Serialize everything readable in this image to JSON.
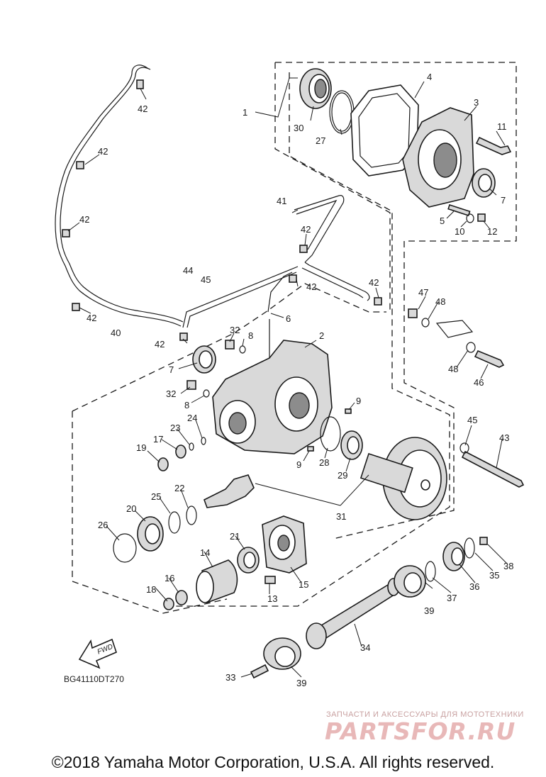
{
  "diagram_code": "BG41110DT270",
  "fwd_label": "FWD",
  "copyright": "©2018 Yamaha Motor Corporation, U.S.A. All rights reserved.",
  "watermark": {
    "tagline": "ЗАПЧАСТИ И АКСЕССУАРЫ ДЛЯ МОТОТЕХНИКИ",
    "brand": "PARTSFOR.RU"
  },
  "callouts": {
    "n1": "1",
    "n2": "2",
    "n3": "3",
    "n4": "4",
    "n5": "5",
    "n6": "6",
    "n7a": "7",
    "n7b": "7",
    "n8a": "8",
    "n8b": "8",
    "n9a": "9",
    "n9b": "9",
    "n10": "10",
    "n11": "11",
    "n12": "12",
    "n13": "13",
    "n14": "14",
    "n15": "15",
    "n16": "16",
    "n17": "17",
    "n18": "18",
    "n19": "19",
    "n20": "20",
    "n21": "21",
    "n22": "22",
    "n23": "23",
    "n24": "24",
    "n25": "25",
    "n26": "26",
    "n27": "27",
    "n28": "28",
    "n29": "29",
    "n30": "30",
    "n31": "31",
    "n32a": "32",
    "n32b": "32",
    "n33": "33",
    "n34": "34",
    "n35": "35",
    "n36": "36",
    "n37": "37",
    "n38": "38",
    "n39a": "39",
    "n39b": "39",
    "n40": "40",
    "n41": "41",
    "n42a": "42",
    "n42b": "42",
    "n42c": "42",
    "n42d": "42",
    "n42e": "42",
    "n42f": "42",
    "n42g": "42",
    "n43": "43",
    "n44": "44",
    "n45a": "45",
    "n45b": "45",
    "n46": "46",
    "n47": "47",
    "n48a": "48",
    "n48b": "48"
  }
}
